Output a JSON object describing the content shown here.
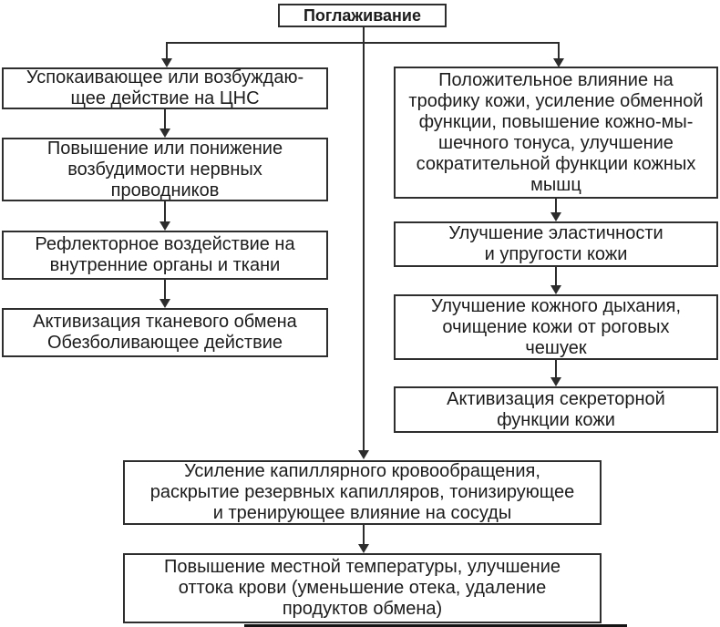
{
  "diagram": {
    "type": "flowchart",
    "language": "ru",
    "colors": {
      "background": "#ffffff",
      "line": "#2c2c2c",
      "border": "#2e2e2e",
      "text": "#1c1c1c"
    },
    "nodes": {
      "root": "Поглаживание",
      "left": [
        "Успокаивающее или возбуждаю-\nщее действие на ЦНС",
        "Повышение или понижение\nвозбудимости нервных\nпроводников",
        "Рефлекторное воздействие на\nвнутренние органы и ткани",
        "Активизация тканевого обмена\nОбезболивающее действие"
      ],
      "right": [
        "Положительное влияние на\nтрофику кожи, усиление обменной\nфункции, повышение кожно-мы-\nшечного тонуса, улучшение\nсократительной функции кожных\nмышц",
        "Улучшение эластичности\nи упругости кожи",
        "Улучшение кожного дыхания,\nочищение кожи от роговых\nчешуек",
        "Активизация секреторной\nфункции кожи"
      ],
      "bottom": [
        "Усиление капиллярного кровообращения,\nраскрытие резервных капилляров, тонизирующее\nи тренирующее влияние на сосуды",
        "Повышение местной температуры, улучшение\nоттока крови (уменьшение отека, удаление\nпродуктов обмена)"
      ]
    }
  }
}
